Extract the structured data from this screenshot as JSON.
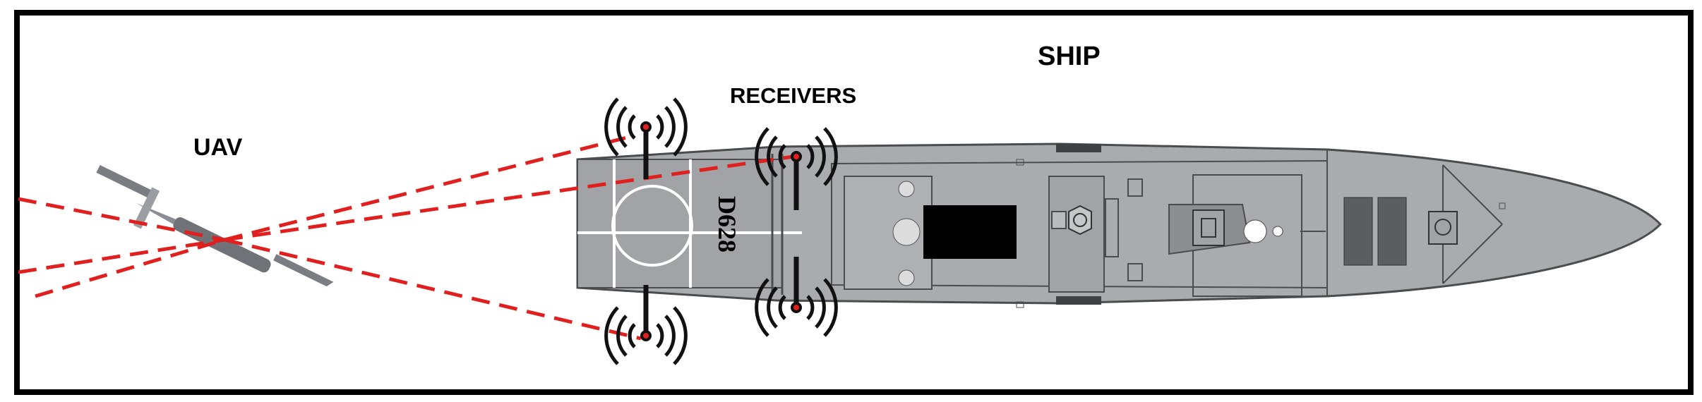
{
  "labels": {
    "uav": "UAV",
    "receivers": "RECEIVERS",
    "ship": "SHIP",
    "hull_number": "D628"
  },
  "colors": {
    "hull": "#a9abae",
    "deck_outline": "#4a4c50",
    "signal_line": "#e0201e",
    "wave": "#111111",
    "uav_body": "#6f7378"
  },
  "icons": {
    "receiver": "radio-antenna-icon",
    "uav": "fixed-wing-drone-icon",
    "ship": "frigate-top-view-icon"
  }
}
